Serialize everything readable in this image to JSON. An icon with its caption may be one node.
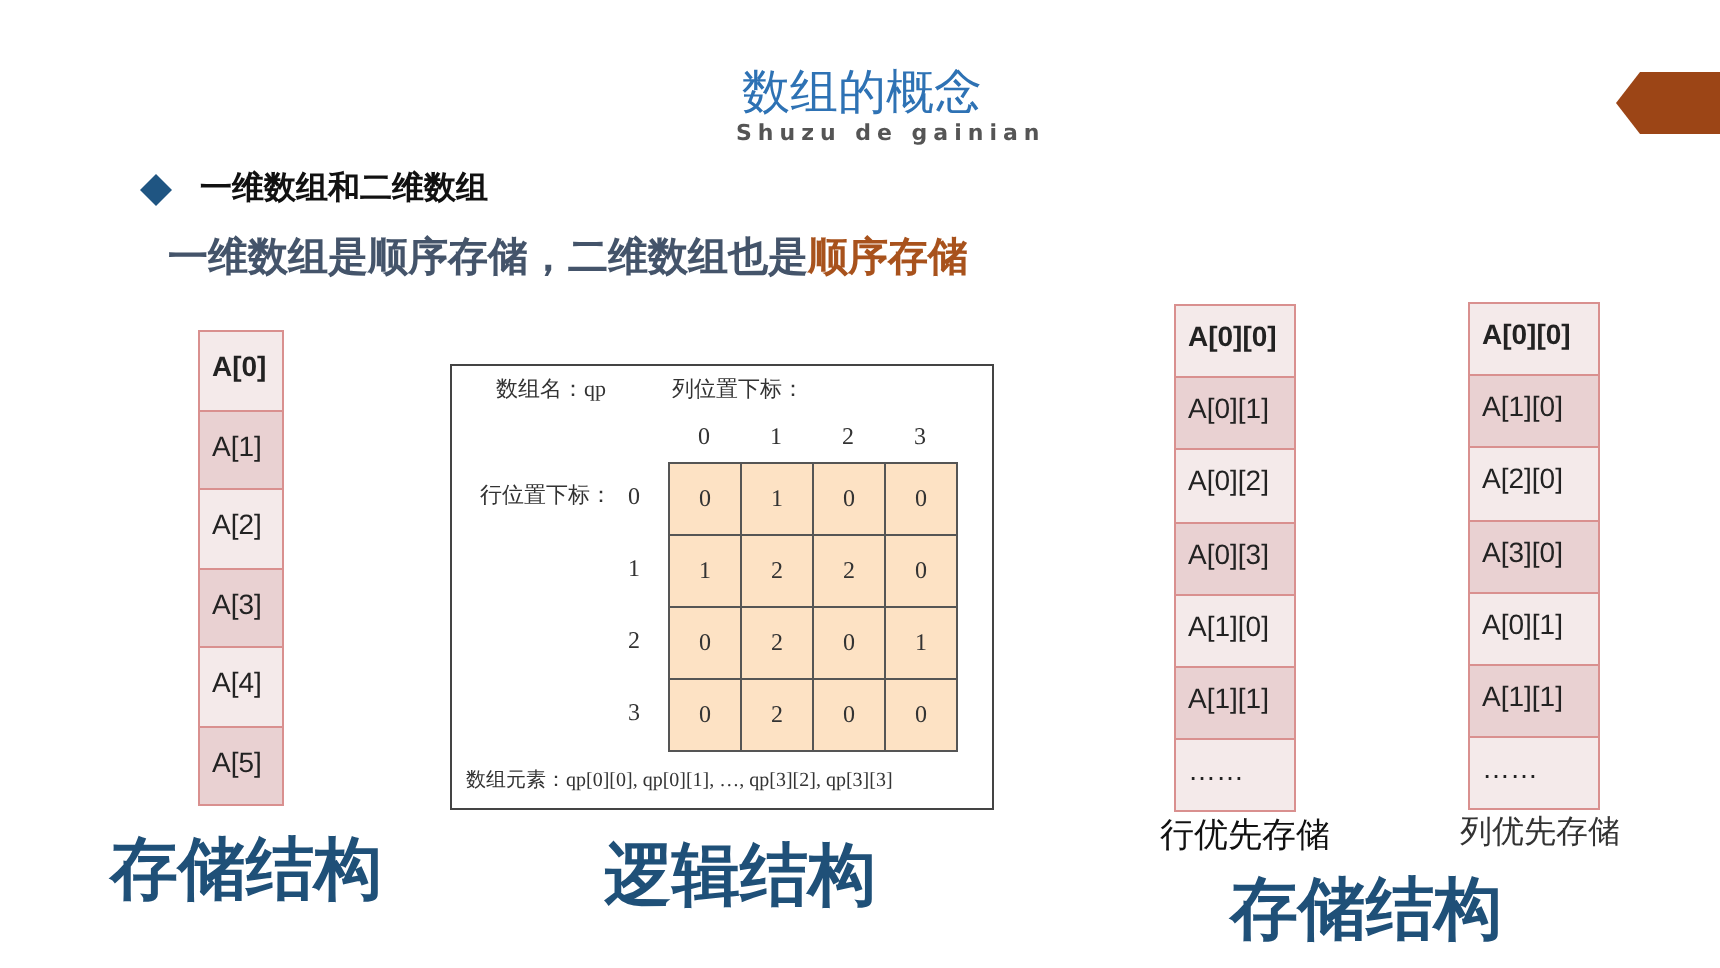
{
  "diagram": {
    "title": "数组的概念",
    "nodes": [
      {
        "text": [
          "A[0]"
        ]
      },
      {
        "text": [
          "A[1]"
        ]
      },
      {
        "text": [
          "A[2]"
        ]
      },
      {
        "text": [
          "A[3]"
        ]
      },
      {
        "text": [
          "A[4]"
        ]
      },
      {
        "text": [
          "A[5]"
        ]
      },
      {
        "text": [
          "数组名：qp",
          "列位置下标：",
          "行位置下标：",
          "数组元素：qp[0][0], qp[0][1], …, qp[3][2], qp[3][3]"
        ],
        "beside": [
          "逻辑结构"
        ]
      },
      {
        "text": [
          "A[0][0]"
        ]
      },
      {
        "text": [
          "A[0][1]"
        ]
      },
      {
        "text": [
          "A[0][2]"
        ]
      },
      {
        "text": [
          "A[0][3]"
        ]
      },
      {
        "text": [
          "A[1][0]"
        ]
      },
      {
        "text": [
          "A[1][1]"
        ]
      },
      {
        "text": [
          "……"
        ]
      },
      {
        "text": [
          "A[0][0]"
        ]
      },
      {
        "text": [
          "A[1][0]"
        ]
      },
      {
        "text": [
          "A[2][0]"
        ]
      },
      {
        "text": [
          "A[3][0]"
        ]
      },
      {
        "text": [
          "A[0][1]"
        ]
      },
      {
        "text": [
          "A[1][1]"
        ]
      },
      {
        "text": [
          "……"
        ]
      }
    ],
    "labels": [
      "Shuzu de gainian",
      "一维数组和二维数组",
      "一维数组是顺序存储，二维数组也是**顺序存储**",
      "0",
      "1",
      "2",
      "3",
      "0",
      "0",
      "1",
      "0",
      "0",
      "1",
      "1",
      "2",
      "2",
      "0",
      "2",
      "0",
      "2",
      "0",
      "1",
      "3",
      "0",
      "2",
      "0",
      "0",
      "存储结构",
      "行优先存储",
      "列优先存储",
      "存储结构"
    ]
  }
}
